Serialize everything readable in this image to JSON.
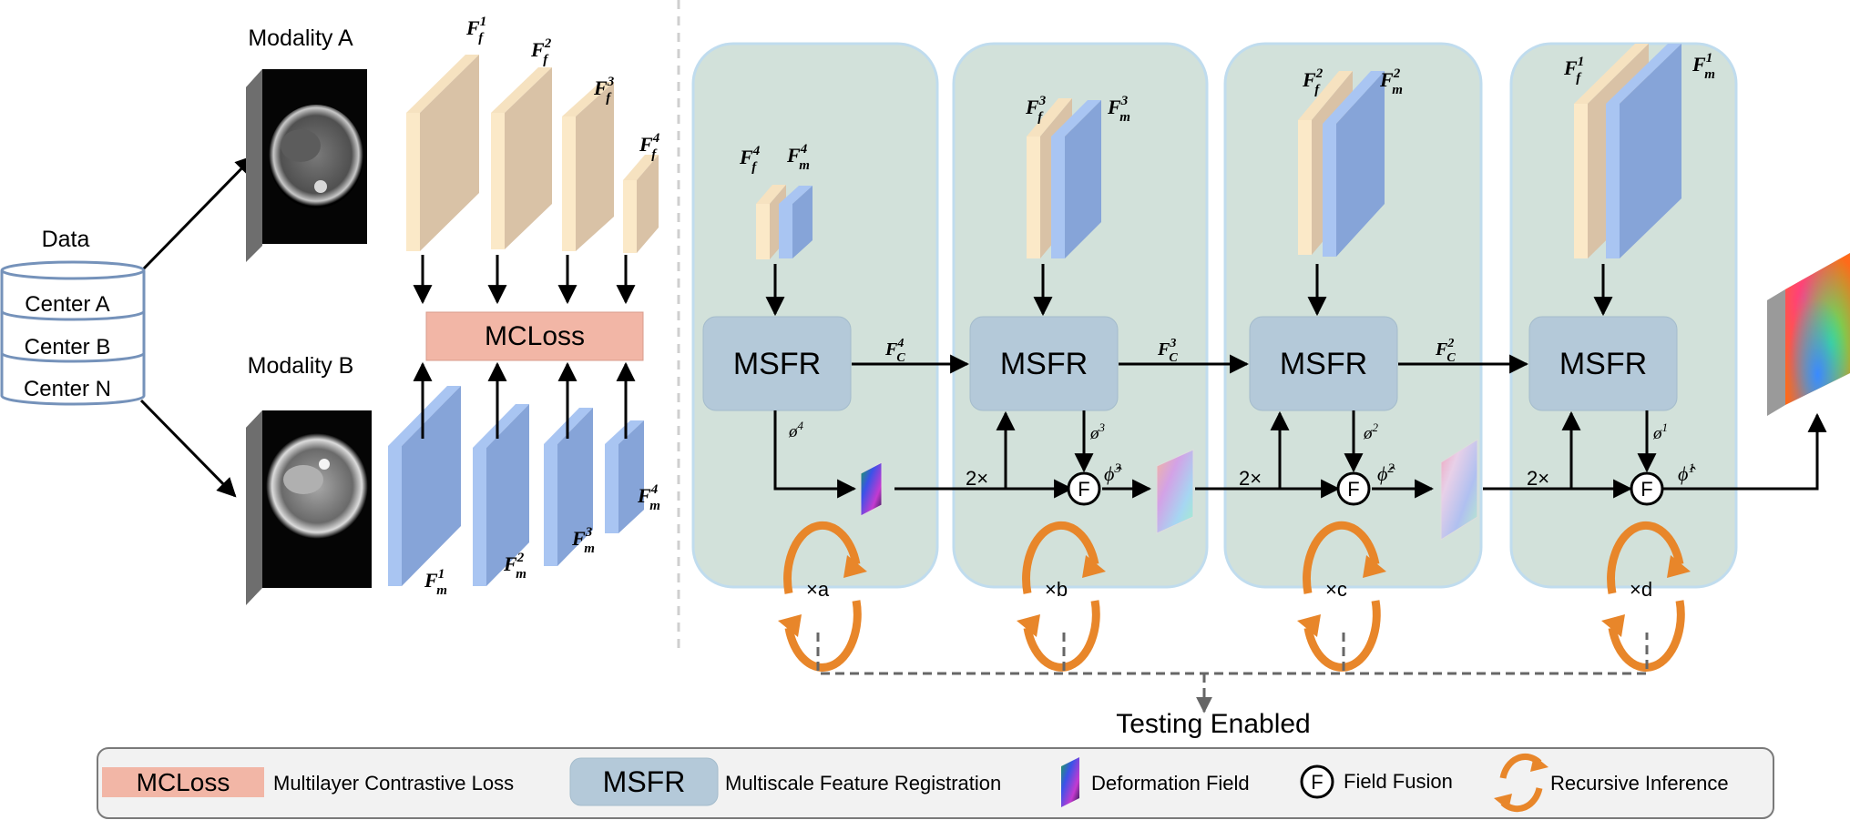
{
  "data_store": {
    "title": "Data",
    "centers": [
      "Center A",
      "Center B",
      "Center N"
    ]
  },
  "modalities": {
    "a": "Modality A",
    "b": "Modality B"
  },
  "mcloss": {
    "label": "MCLoss"
  },
  "encoder_features": {
    "fixed": [
      "F",
      "F",
      "F",
      "F"
    ],
    "fixed_sub": [
      "f",
      "f",
      "f",
      "f"
    ],
    "fixed_sup": [
      "1",
      "2",
      "3",
      "4"
    ],
    "moving": [
      "F",
      "F",
      "F",
      "F"
    ],
    "moving_sub": [
      "m",
      "m",
      "m",
      "m"
    ],
    "moving_sup": [
      "1",
      "2",
      "3",
      "4"
    ]
  },
  "stages": [
    {
      "fixed_sup": "4",
      "moving_sup": "4",
      "msfr": "MSFR",
      "phi": "ø",
      "phi_sup": "4",
      "cond_sup": "4",
      "loop_label": "×a"
    },
    {
      "fixed_sup": "3",
      "moving_sup": "3",
      "msfr": "MSFR",
      "phi": "ø",
      "phi_sup": "3",
      "cond_sup": "3",
      "upsample": "2×",
      "fusion_label": "F",
      "fused_phi": "ϕ̂",
      "fused_sup": "3",
      "loop_label": "×b"
    },
    {
      "fixed_sup": "2",
      "moving_sup": "2",
      "msfr": "MSFR",
      "phi": "ø",
      "phi_sup": "2",
      "cond_sup": "2",
      "upsample": "2×",
      "fusion_label": "F",
      "fused_phi": "ϕ̂",
      "fused_sup": "2",
      "loop_label": "×c"
    },
    {
      "fixed_sup": "1",
      "moving_sup": "1",
      "msfr": "MSFR",
      "phi": "ø",
      "phi_sup": "1",
      "upsample": "2×",
      "fusion_label": "F",
      "fused_phi": "ϕ̂",
      "fused_sup": "1",
      "loop_label": "×d"
    }
  ],
  "condition_symbol": "F",
  "condition_sub": "C",
  "testing_label": "Testing Enabled",
  "legend": {
    "mcloss_box": "MCLoss",
    "mcloss_text": "Multilayer Contrastive Loss",
    "msfr_box": "MSFR",
    "msfr_text": "Multiscale Feature Registration",
    "deformation_text": "Deformation Field",
    "fusion_symbol": "F",
    "fusion_text": "Field Fusion",
    "recursive_text": "Recursive Inference"
  },
  "colors": {
    "fixed_feature": "#f8e4c2",
    "moving_feature": "#8fb0e2",
    "mcloss": "#f2b6a6",
    "msfr": "#b4c9d9",
    "stage_bg": "#d2e1da",
    "recursive": "#e8862a"
  }
}
